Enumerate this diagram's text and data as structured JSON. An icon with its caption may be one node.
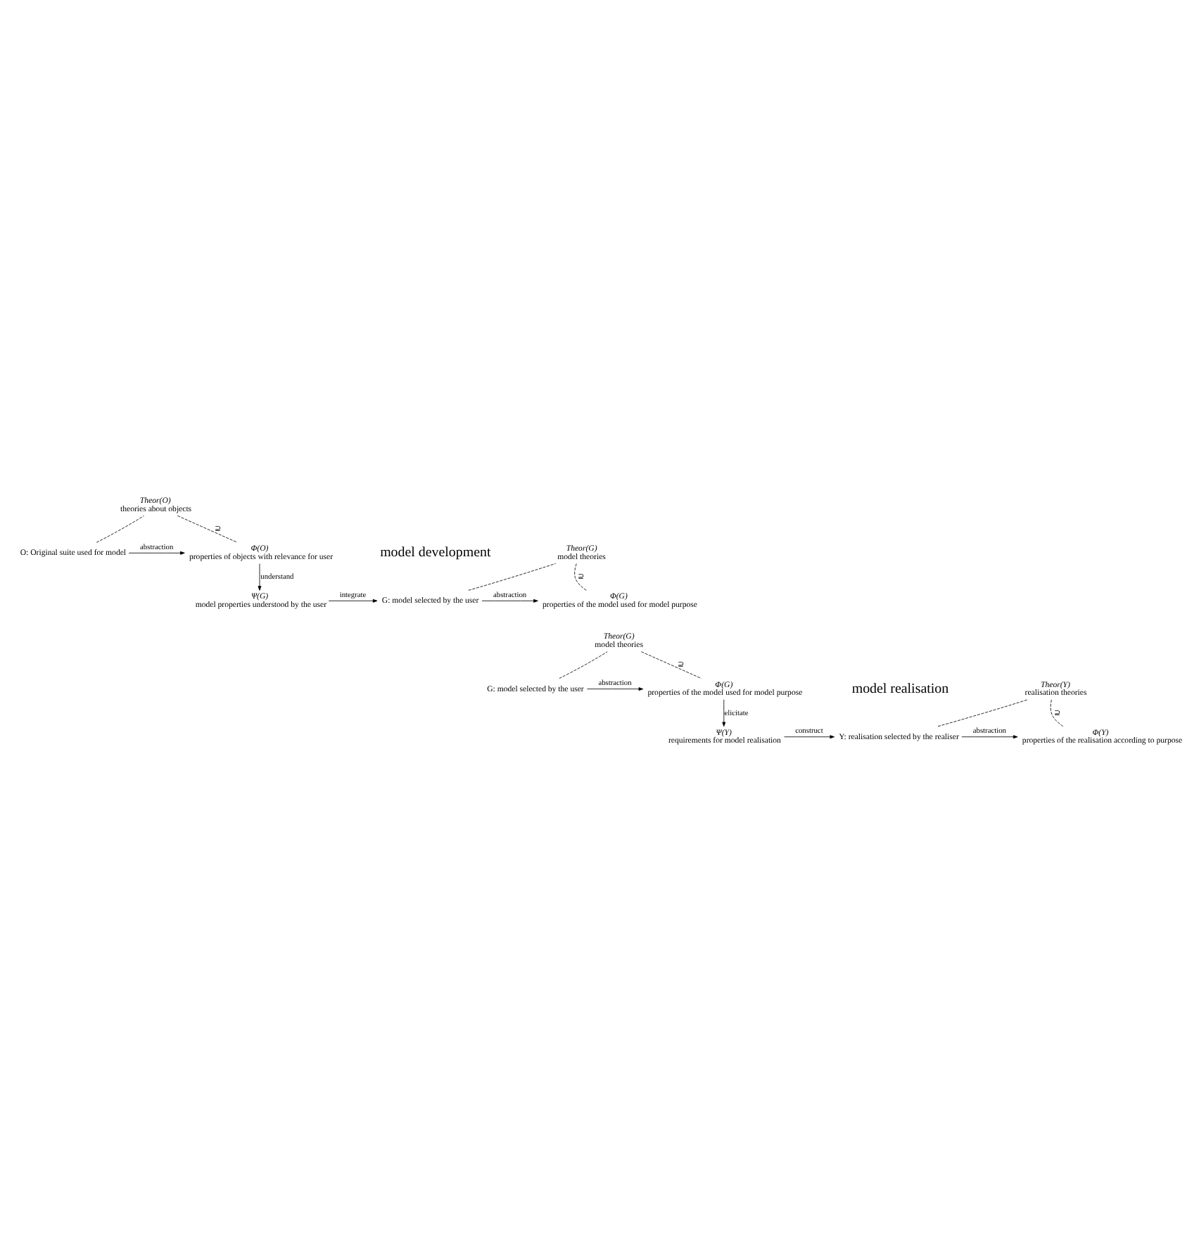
{
  "diagram": {
    "nodes": [
      {
        "text": [
          "Theor(O)",
          "theories about objects"
        ]
      },
      {
        "text": [
          "O: Original suite used for model"
        ]
      },
      {
        "text": [
          "Φ(O)",
          "properties of objects with relevance for user"
        ]
      },
      {
        "text": [
          "Ψ(G)",
          "model properties understood by the user"
        ]
      },
      {
        "text": [
          "Theor(G)",
          "model theories"
        ]
      },
      {
        "text": [
          "G: model selected by the user"
        ]
      },
      {
        "text": [
          "Φ(G)",
          "properties of the model used for model purpose"
        ]
      },
      {
        "text": [
          "Theor(G)",
          "model theories"
        ]
      },
      {
        "text": [
          "G: model selected by the user"
        ]
      },
      {
        "text": [
          "Φ(G)",
          "properties of the model used for model purpose"
        ]
      },
      {
        "text": [
          "Ψ(Y)",
          "requirements for model realisation"
        ]
      },
      {
        "text": [
          "Theor(Y)",
          "realisation theories"
        ]
      },
      {
        "text": [
          "Y: realisation selected by the realiser"
        ]
      },
      {
        "text": [
          "Φ(Y)",
          "properties of the realisation according to purpose"
        ]
      }
    ],
    "edges": [
      {
        "from": 1,
        "to": 0,
        "arrow": "none",
        "style": "dashed"
      },
      {
        "from": 0,
        "to": 2,
        "arrow": "none",
        "style": "dashed",
        "label": "⊇"
      },
      {
        "from": 1,
        "to": 2,
        "arrow": "to",
        "label": "abstraction"
      },
      {
        "from": 2,
        "to": 3,
        "arrow": "to",
        "label": "understand"
      },
      {
        "from": 3,
        "to": 5,
        "arrow": "to",
        "label": "integrate"
      },
      {
        "from": 5,
        "to": 4,
        "arrow": "none",
        "style": "dashed"
      },
      {
        "from": 4,
        "to": 6,
        "arrow": "none",
        "style": "dashed",
        "label": "⊇"
      },
      {
        "from": 5,
        "to": 6,
        "arrow": "to",
        "label": "abstraction"
      },
      {
        "from": 8,
        "to": 7,
        "arrow": "none",
        "style": "dashed"
      },
      {
        "from": 7,
        "to": 9,
        "arrow": "none",
        "style": "dashed",
        "label": "⊇"
      },
      {
        "from": 8,
        "to": 9,
        "arrow": "to",
        "label": "abstraction"
      },
      {
        "from": 9,
        "to": 10,
        "arrow": "to",
        "label": "elicitate"
      },
      {
        "from": 10,
        "to": 12,
        "arrow": "to",
        "label": "construct"
      },
      {
        "from": 12,
        "to": 11,
        "arrow": "none",
        "style": "dashed"
      },
      {
        "from": 11,
        "to": 13,
        "arrow": "none",
        "style": "dashed",
        "label": "⊇"
      },
      {
        "from": 12,
        "to": 13,
        "arrow": "to",
        "label": "abstraction"
      }
    ],
    "labels": [
      "model development",
      "model realisation"
    ]
  }
}
